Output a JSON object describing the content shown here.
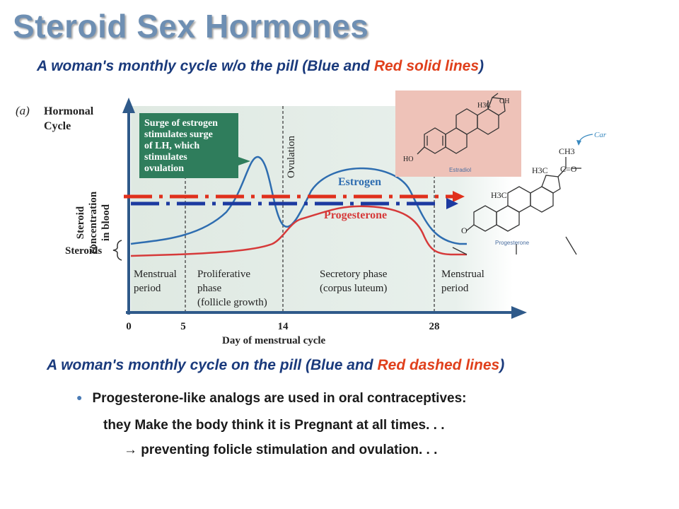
{
  "title": "Steroid Sex Hormones",
  "subtitle1": {
    "pre": "A woman's monthly cycle w/o the pill (",
    "blue": "Blue",
    "mid": " and ",
    "red": "Red solid lines",
    "post": ")"
  },
  "subtitle2": {
    "pre": "A woman's monthly cycle on the pill (",
    "blue": "Blue",
    "mid": " and ",
    "red": "Red dashed lines",
    "post": ")"
  },
  "bullets": {
    "line1": "Progesterone-like analogs are used in oral contraceptives:",
    "line2": "they Make the body think it is Pregnant at all times. . .",
    "arrow": "→",
    "line3": " preventing folicle stimulation and ovulation. . ."
  },
  "figure": {
    "panel_label": "(a)",
    "heading_line1": "Hormonal",
    "heading_line2": "Cycle",
    "y_label_line1": "Steroid",
    "y_label_line2": "concentration",
    "y_label_line3": "in blood",
    "steroids_label": "Steroids",
    "callout": [
      "Surge of estrogen",
      "stimulates surge",
      "of LH, which",
      "stimulates",
      "ovulation"
    ],
    "ovulation_label": "Ovulation",
    "estrogen_label": "Estrogen",
    "progesterone_label": "Progesterone",
    "phases": {
      "menstrual1": [
        "Menstrual",
        "period"
      ],
      "proliferative": [
        "Proliferative",
        "phase",
        "(follicle growth)"
      ],
      "secretory": [
        "Secretory phase",
        "(corpus luteum)"
      ],
      "menstrual2": [
        "Menstrual",
        "period"
      ]
    },
    "x_ticks": [
      "0",
      "5",
      "14",
      "28"
    ],
    "x_label": "Day of menstrual cycle",
    "estradiol": {
      "name": "Estradiol",
      "oh": "OH",
      "h3c": "H3C",
      "ho": "HO"
    },
    "progesterone_struct": {
      "name": "Progesterone",
      "ch3": "CH3",
      "c_o": "C=O",
      "h3c": "H3C",
      "o": "O",
      "carbonyl_partial": "Car"
    }
  },
  "colors": {
    "title": "#6e8fb3",
    "subtitle_blue": "#1a3a7c",
    "red": "#e0401c",
    "estrogen": "#2e6db0",
    "progesterone": "#d63a3a",
    "callout": "#2f7d5c",
    "chart_bg": "#e6efea",
    "estradiol_bg": "#eec2b8",
    "dash_red": "#e0301c",
    "dash_blue": "#1c3aa0"
  },
  "icons": {
    "arrow_red": "arrow-right-icon",
    "arrow_blue": "arrow-right-icon",
    "bullet": "bullet-icon"
  }
}
